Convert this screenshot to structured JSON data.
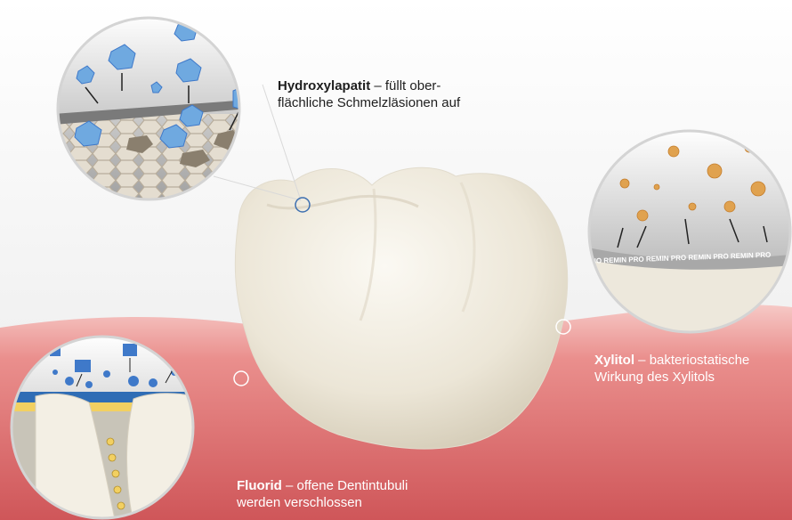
{
  "labels": {
    "hydroxylapatit": {
      "term": "Hydroxylapatit",
      "text_line1": " – füllt ober-",
      "text_line2": "flächliche Schmelzläsionen auf"
    },
    "xylitol": {
      "term": "Xylitol",
      "text_line1": " – bakteriostatische",
      "text_line2": "Wirkung des Xylitols"
    },
    "fluorid": {
      "term": "Fluorid",
      "text_line1": " – offene Dentintubuli",
      "text_line2": "werden verschlossen"
    }
  },
  "band_text": "NO REMIN PRO REMIN PRO REMIN PRO REMIN PRO",
  "colors": {
    "gum": "#d9676a",
    "gum_light": "#f2b3b0",
    "tooth": "#f1ede2",
    "hydroxylapatit_crystal": "#6fa9e0",
    "xylitol_particle": "#e0a24f",
    "fluorid_particle": "#3f79c9"
  }
}
